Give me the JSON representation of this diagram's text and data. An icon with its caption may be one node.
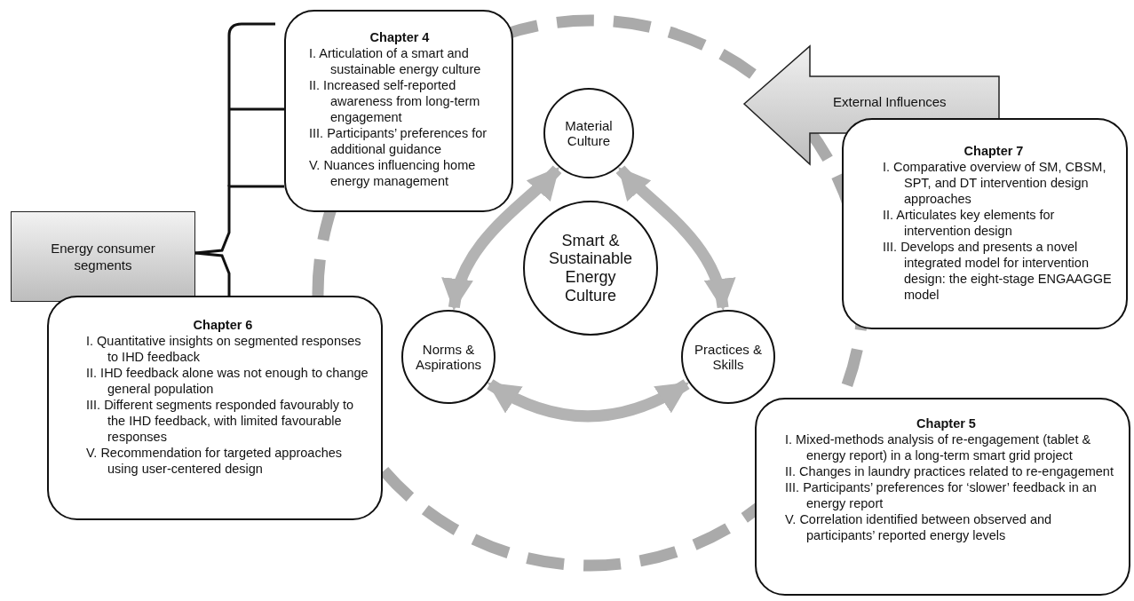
{
  "diagram": {
    "nodes": [
      {
        "text": [
          "Chapter 4",
          "I. Articulation of a smart and sustainable energy culture",
          "II. Increased self-reported awareness from long-term engagement",
          "III. Participants’ preferences for additional guidance",
          "V. Nuances influencing home energy management"
        ]
      },
      {
        "text": [
          "Energy consumer segments"
        ]
      },
      {
        "text": [
          "External Influences"
        ]
      },
      {
        "text": [
          "Chapter 7",
          "I. Comparative overview of SM, CBSM, SPT, and DT intervention design approaches",
          "II. Articulates key elements for intervention design",
          "III. Develops and presents a novel integrated model for intervention design: the eight-stage ENGAAGGE model"
        ]
      },
      {
        "text": [
          "Material Culture"
        ]
      },
      {
        "text": [
          "Smart & Sustainable Energy Culture"
        ]
      },
      {
        "text": [
          "Norms & Aspirations"
        ]
      },
      {
        "text": [
          "Practices & Skills"
        ]
      },
      {
        "text": [
          "Chapter 6",
          "I. Quantitative insights on segmented responses to IHD feedback",
          "II. IHD feedback alone was not enough to change general population",
          "III. Different segments responded favourably to the IHD feedback, with limited favourable responses",
          "V. Recommendation for targeted approaches using user-centered design"
        ]
      },
      {
        "text": [
          "Chapter 5",
          "I. Mixed-methods analysis of re-engagement (tablet & energy report) in a long-term smart grid project",
          "II. Changes in laundry practices related to re-engagement",
          "III. Participants’ preferences for ‘slower’ feedback in an energy report",
          "V. Correlation identified between observed and participants’ reported energy levels"
        ]
      }
    ],
    "edges": [
      {
        "from": 1,
        "to": 0,
        "arrow": "none",
        "color": "#111111"
      },
      {
        "from": 1,
        "to": 8,
        "arrow": "none",
        "color": "#111111"
      },
      {
        "from": 4,
        "to": 6,
        "arrow": "both"
      },
      {
        "from": 4,
        "to": 7,
        "arrow": "both"
      },
      {
        "from": 6,
        "to": 7,
        "arrow": "both"
      }
    ]
  }
}
